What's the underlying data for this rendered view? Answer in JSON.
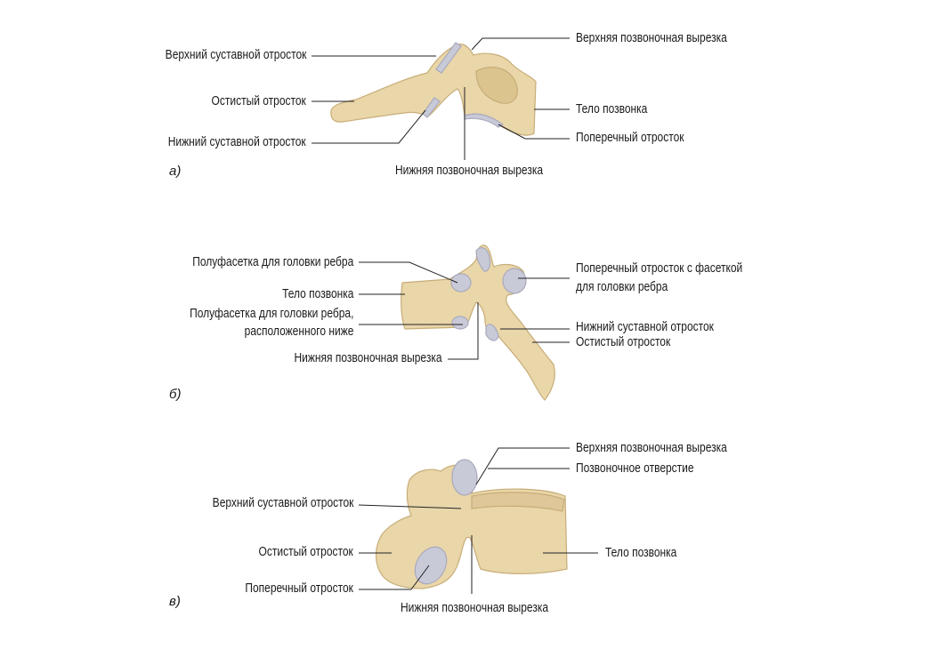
{
  "colors": {
    "bone": "#e9d6a9",
    "bone_edge": "#c7ad78",
    "facet": "#c9cad8",
    "leader": "#222222"
  },
  "panels": [
    {
      "tag": "а)",
      "labels": [
        "Верхний суставной отросток",
        "Остистый отросток",
        "Нижний суставной отросток",
        "Нижняя позвоночная вырезка",
        "Верхняя позвоночная вырезка",
        "Тело позвонка",
        "Поперечный отросток"
      ]
    },
    {
      "tag": "б)",
      "labels": [
        "Полуфасетка для головки ребра",
        "Тело позвонка",
        "Полуфасетка для головки ребра,",
        "расположенного ниже",
        "Нижняя позвоночная вырезка",
        "Поперечный отросток с фасеткой",
        "для головки ребра",
        "Нижний суставной отросток",
        "Остистый отросток"
      ]
    },
    {
      "tag": "в)",
      "labels": [
        "Верхняя позвоночная вырезка",
        "Позвоночное отверстие",
        "Верхний суставной отросток",
        "Остистый отросток",
        "Поперечный отросток",
        "Тело позвонка",
        "Нижняя позвоночная вырезка"
      ]
    }
  ]
}
